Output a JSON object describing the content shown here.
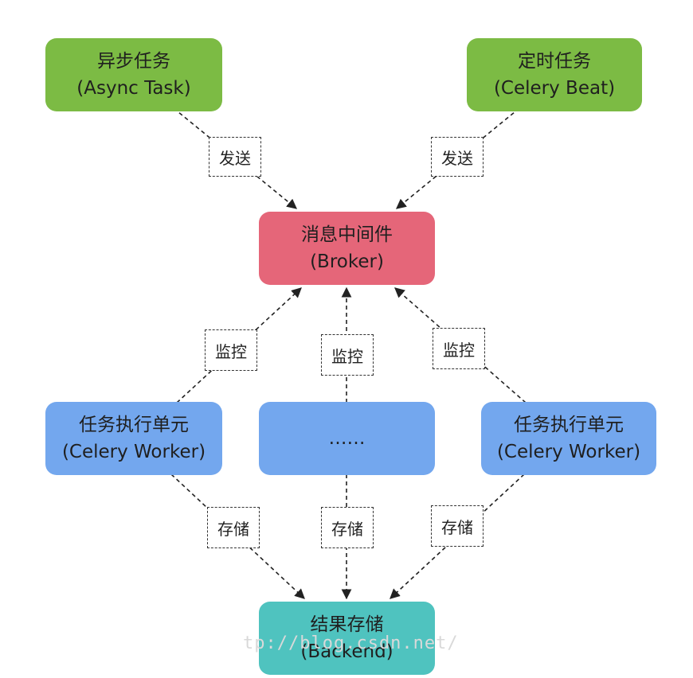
{
  "nodes": {
    "async_task": {
      "title": "异步任务",
      "subtitle": "(Async Task)"
    },
    "celery_beat": {
      "title": "定时任务",
      "subtitle": "(Celery Beat)"
    },
    "broker": {
      "title": "消息中间件",
      "subtitle": "(Broker)"
    },
    "worker_left": {
      "title": "任务执行单元",
      "subtitle": "(Celery Worker)"
    },
    "worker_middle": {
      "title": "……"
    },
    "worker_right": {
      "title": "任务执行单元",
      "subtitle": "(Celery Worker)"
    },
    "backend": {
      "title": "结果存储",
      "subtitle": "(Backend)"
    }
  },
  "edge_labels": {
    "send_left": "发送",
    "send_right": "发送",
    "monitor_left": "监控",
    "monitor_middle": "监控",
    "monitor_right": "监控",
    "store_left": "存储",
    "store_middle": "存储",
    "store_right": "存储"
  },
  "watermark": "tp://blog.csdn.net/"
}
